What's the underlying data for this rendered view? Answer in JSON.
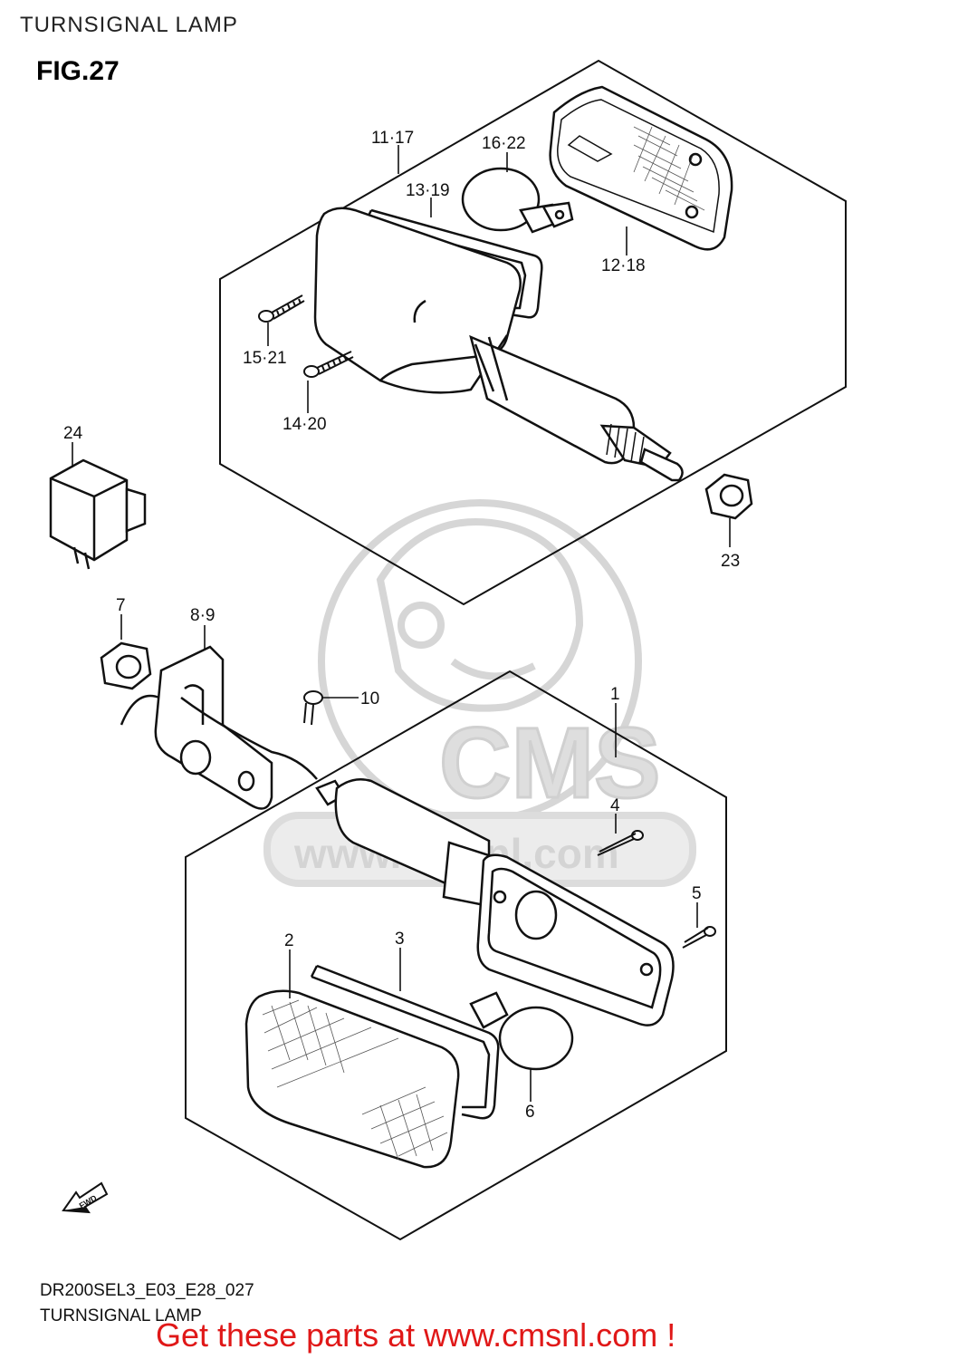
{
  "header": {
    "title": "TURNSIGNAL LAMP"
  },
  "figure": {
    "label": "FIG.27"
  },
  "callouts": {
    "c1": "1",
    "c2": "2",
    "c3": "3",
    "c4": "4",
    "c5": "5",
    "c6": "6",
    "c7": "7",
    "c8_9": "8·9",
    "c10": "10",
    "c11_17": "11·17",
    "c12_18": "12·18",
    "c13_19": "13·19",
    "c14_20": "14·20",
    "c15_21": "15·21",
    "c16_22": "16·22",
    "c23": "23",
    "c24": "24"
  },
  "watermark": {
    "brand": "CMS",
    "url": "www.cmsnl.com"
  },
  "direction_badge": "FWD",
  "footer": {
    "code": "DR200SEL3_E03_E28_027",
    "title": "TURNSIGNAL LAMP",
    "cta": "Get these parts at www.cmsnl.com !"
  },
  "colors": {
    "cta": "#e01818",
    "line": "#111111",
    "watermark": "#d8d8d8"
  }
}
